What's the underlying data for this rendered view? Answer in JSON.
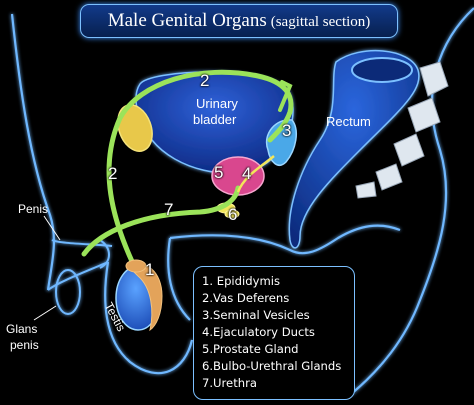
{
  "title": {
    "main": "Male Genital Organs",
    "sub": "(sagittal section)"
  },
  "structure_labels": {
    "bladder_line1": "Urinary",
    "bladder_line2": "bladder",
    "rectum": "Rectum",
    "penis": "Penis",
    "glans_line1": "Glans",
    "glans_line2": "penis",
    "testis": "Testis"
  },
  "number_markers": [
    "1",
    "2",
    "2",
    "3",
    "4",
    "5",
    "6",
    "7"
  ],
  "legend": [
    "1. Epididymis",
    "2.Vas Deferens",
    "3.Seminal Vesicles",
    "4.Ejaculatory Ducts",
    "5.Prostate Gland",
    "6.Bulbo-Urethral Glands",
    "7.Urethra"
  ],
  "colors": {
    "background": "#000000",
    "outline": "#7cc0ff",
    "bladder": "#1b3fa8",
    "rectum": "#1c4fc4",
    "vas_deferens": "#9be35a",
    "epididymis": "#e3a35a",
    "prostate": "#e0569a",
    "seminal_vesicle": "#5ab6f0",
    "bulbo_urethral": "#f2e65a",
    "testis": "#3f82e8"
  }
}
